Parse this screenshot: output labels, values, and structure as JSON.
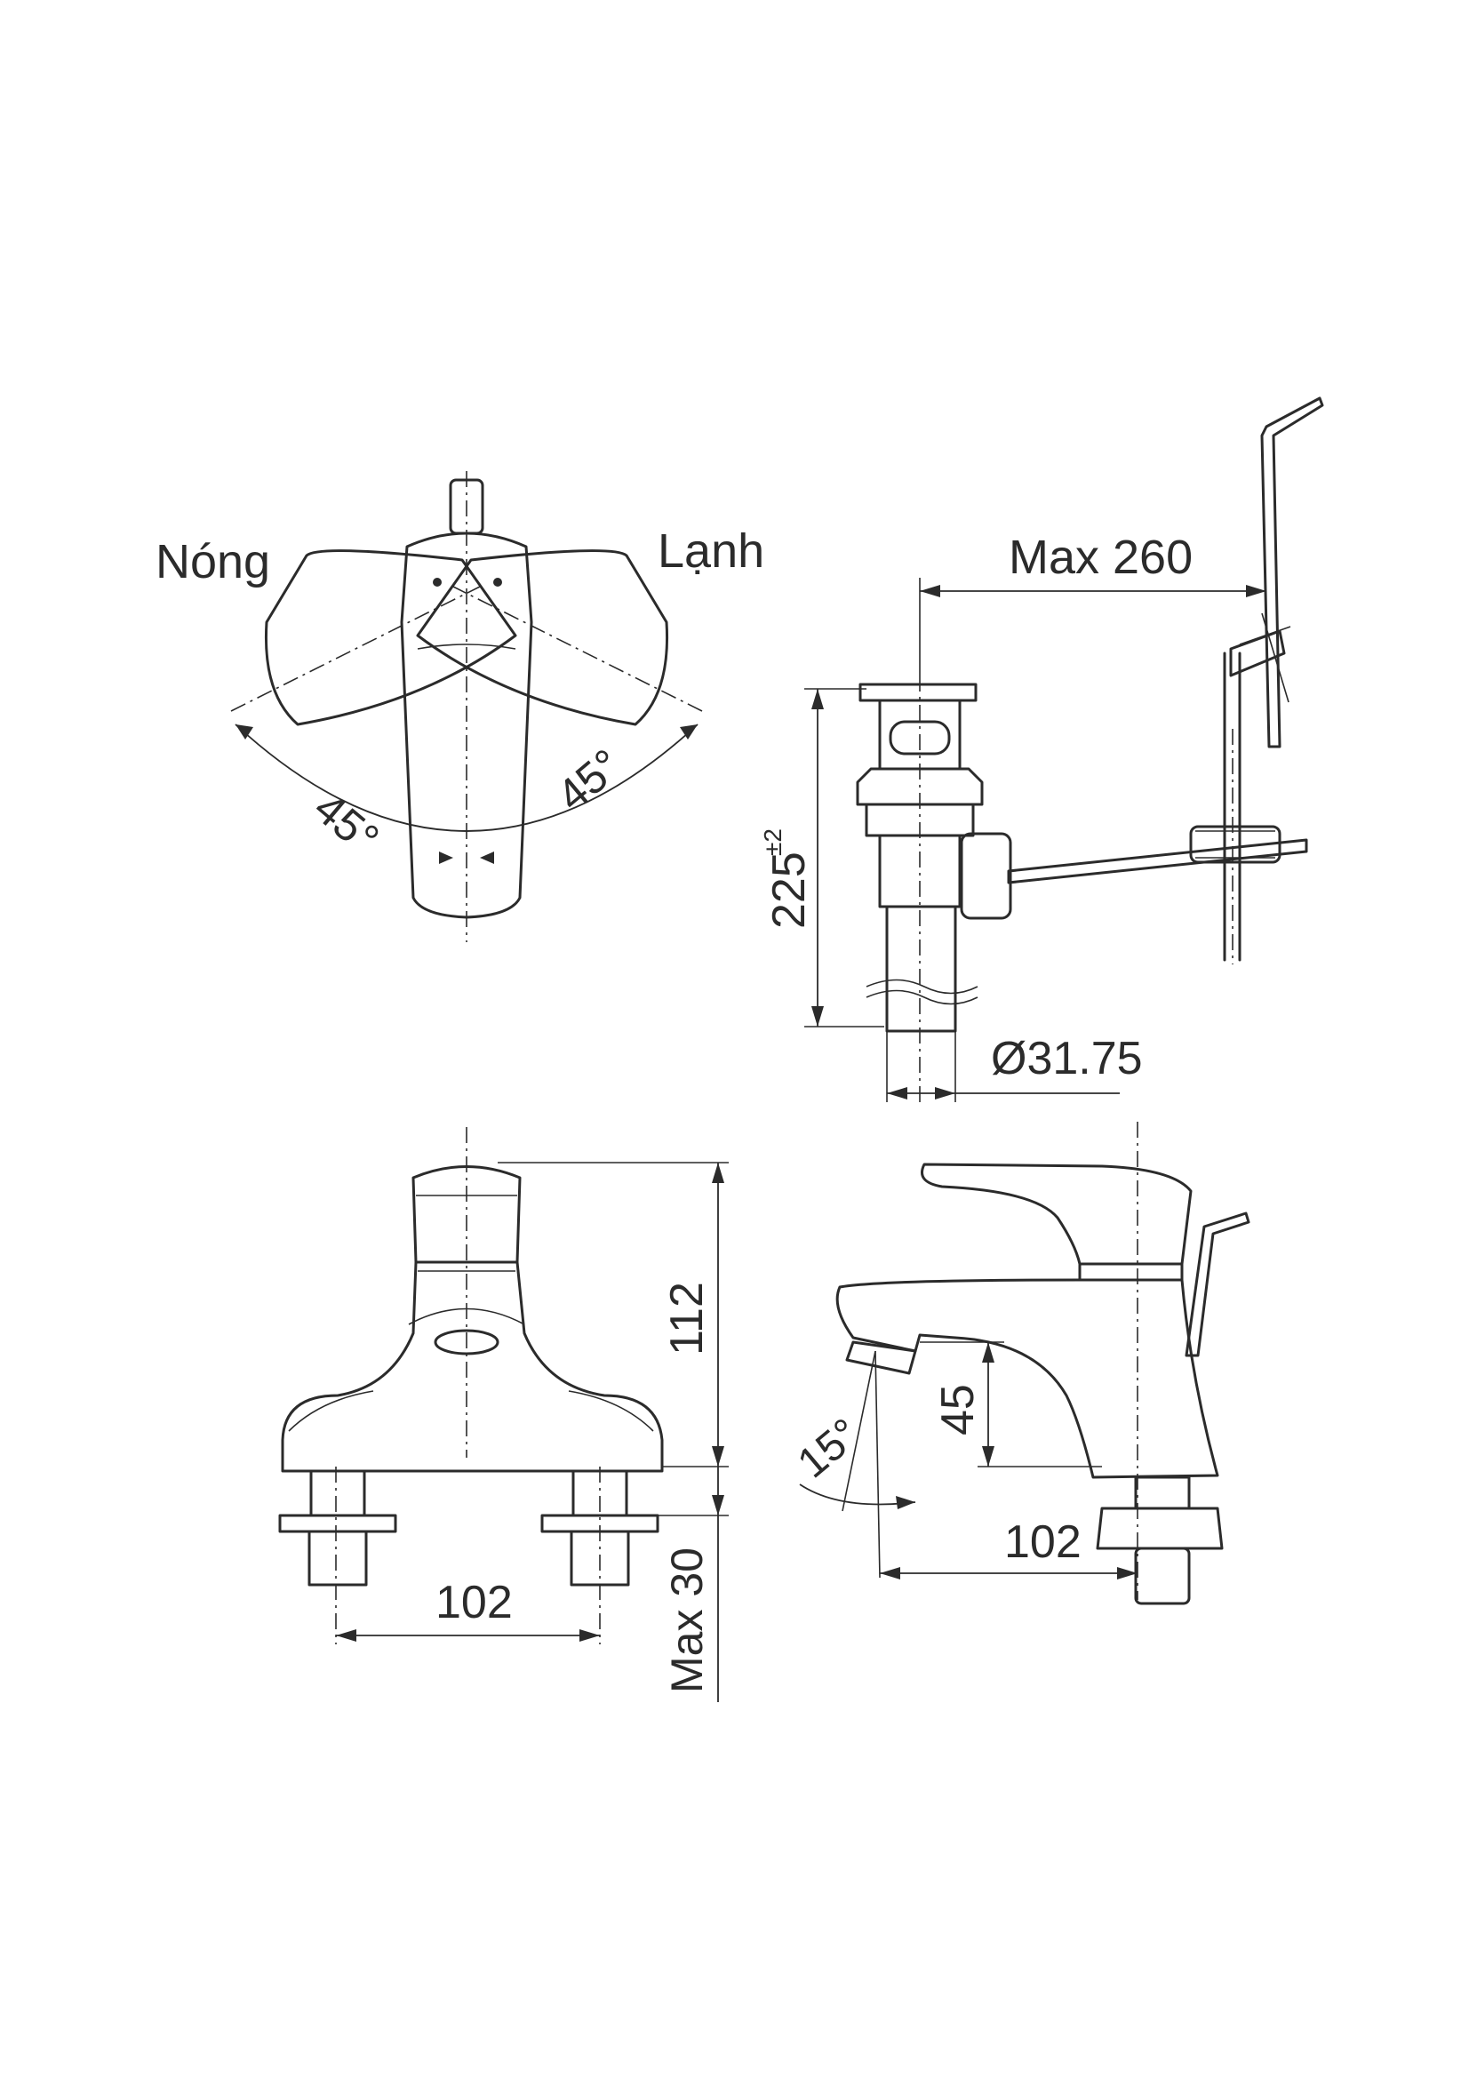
{
  "labels": {
    "hot": "Nóng",
    "cold": "Lạnh",
    "angle_left": "45°",
    "angle_right": "45°",
    "max_reach": "Max 260",
    "drain_height_base": "225",
    "drain_height_tol": "±2",
    "drain_diameter": "Ø31.75",
    "body_height": "112",
    "inlet_spacing": "102",
    "max_deck": "Max 30",
    "spout_height": "45",
    "spout_reach": "102",
    "spout_angle": "15°"
  },
  "colors": {
    "line": "#2b2b2b",
    "background": "#ffffff"
  }
}
